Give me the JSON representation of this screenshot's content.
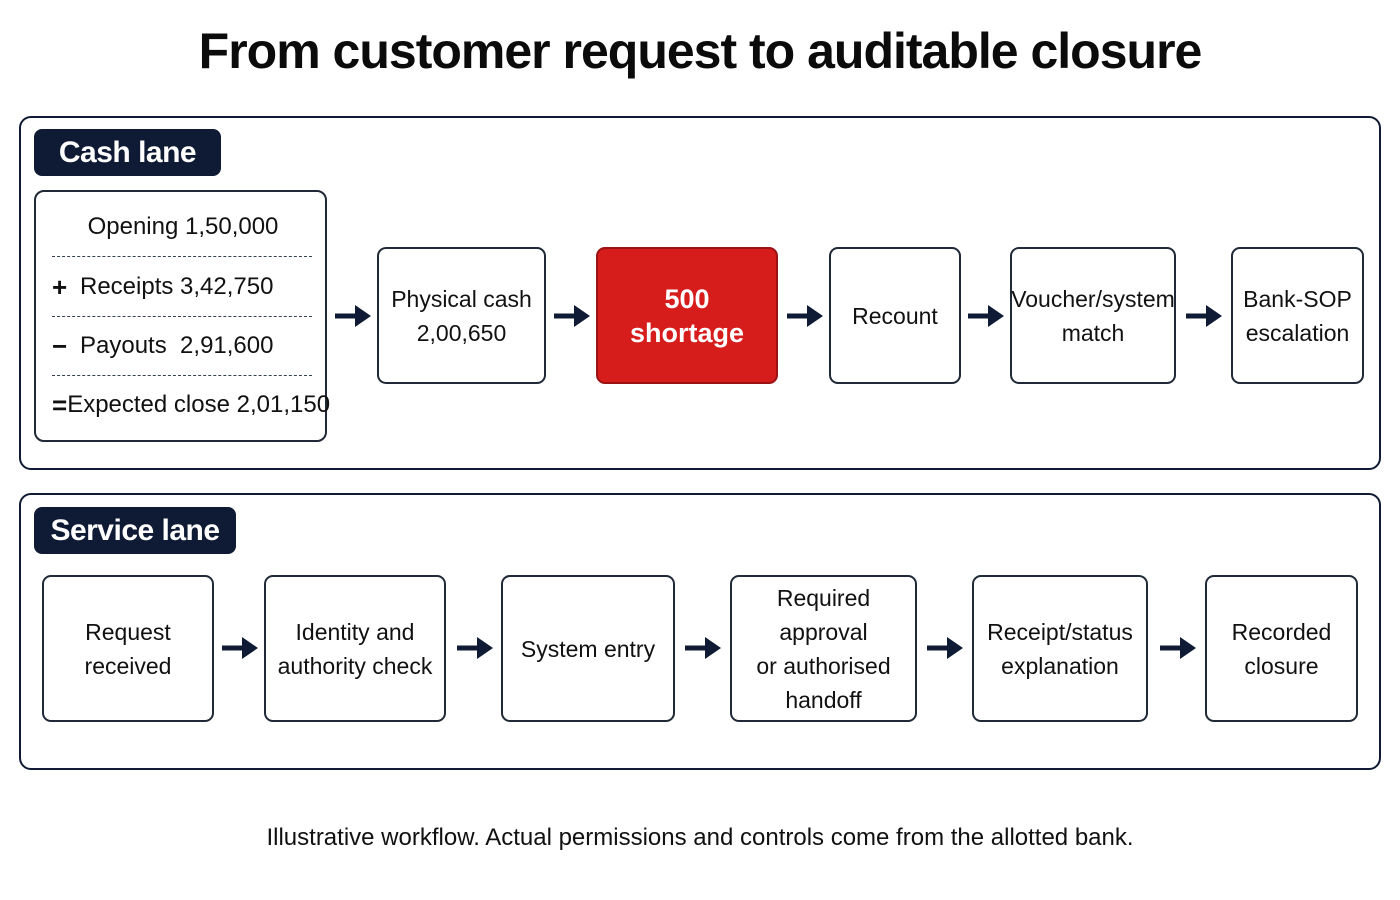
{
  "title": "From customer request to auditable closure",
  "cash_lane": {
    "label": "Cash lane",
    "calculation": {
      "opening": "Opening 1,50,000",
      "receipts_op": "+",
      "receipts": "Receipts 3,42,750",
      "payouts_op": "−",
      "payouts": "Payouts  2,91,600",
      "expected_op": "=",
      "expected": "Expected close 2,01,150"
    },
    "steps": [
      {
        "line1": "Physical cash",
        "line2": "2,00,650"
      },
      {
        "line1": "500 shortage"
      },
      {
        "line1": "Recount"
      },
      {
        "line1": "Voucher/system",
        "line2": "match"
      },
      {
        "line1": "Bank-SOP",
        "line2": "escalation"
      }
    ],
    "alert_color": "#d71c1c"
  },
  "service_lane": {
    "label": "Service lane",
    "steps": [
      {
        "line1": "Request",
        "line2": "received"
      },
      {
        "line1": "Identity and",
        "line2": "authority check"
      },
      {
        "line1": "System entry"
      },
      {
        "line1": "Required approval",
        "line2": "or authorised",
        "line3": "handoff"
      },
      {
        "line1": "Receipt/status",
        "line2": "explanation"
      },
      {
        "line1": "Recorded",
        "line2": "closure"
      }
    ]
  },
  "footnote": "Illustrative workflow. Actual permissions and controls come from the allotted bank.",
  "colors": {
    "navy": "#0f1b34",
    "alert": "#d71c1c"
  }
}
